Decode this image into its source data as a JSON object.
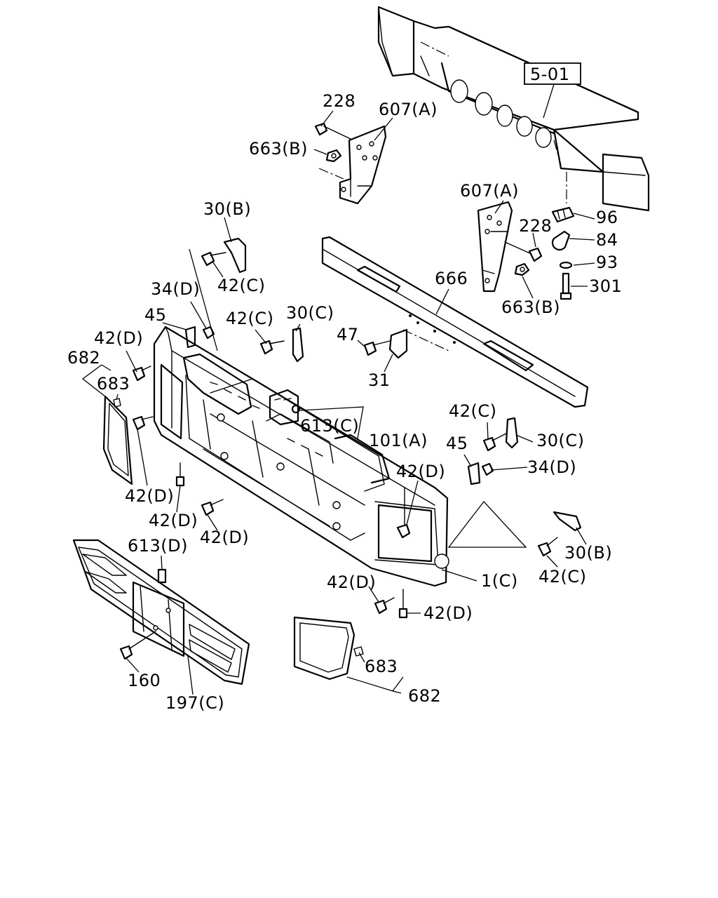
{
  "reference": "5-01",
  "callouts": {
    "c228_top": "228",
    "c607a_top": "607(A)",
    "c663b_top": "663(B)",
    "c607a_right": "607(A)",
    "c228_right": "228",
    "c96": "96",
    "c84": "84",
    "c93": "93",
    "c301": "301",
    "c666": "666",
    "c663b_right": "663(B)",
    "c30b_left": "30(B)",
    "c42c_1": "42(C)",
    "c34d_left": "34(D)",
    "c45_left": "45",
    "c42c_2": "42(C)",
    "c30c_left": "30(C)",
    "c47": "47",
    "c31": "31",
    "c42d_1": "42(D)",
    "c682_left": "682",
    "c683_left": "683",
    "c613c": "613(C)",
    "c101a": "101(A)",
    "c42c_3": "42(C)",
    "c30c_right": "30(C)",
    "c45_right": "45",
    "c34d_right": "34(D)",
    "c42d_2": "42(D)",
    "c42d_3": "42(D)",
    "c42d_4": "42(D)",
    "c42d_5": "42(D)",
    "c30b_right": "30(B)",
    "c42c_4": "42(C)",
    "c1c": "1(C)",
    "c42d_6": "42(D)",
    "c42d_7": "42(D)",
    "c613d": "613(D)",
    "c160": "160",
    "c197c": "197(C)",
    "c683_right": "683",
    "c682_right": "682"
  }
}
